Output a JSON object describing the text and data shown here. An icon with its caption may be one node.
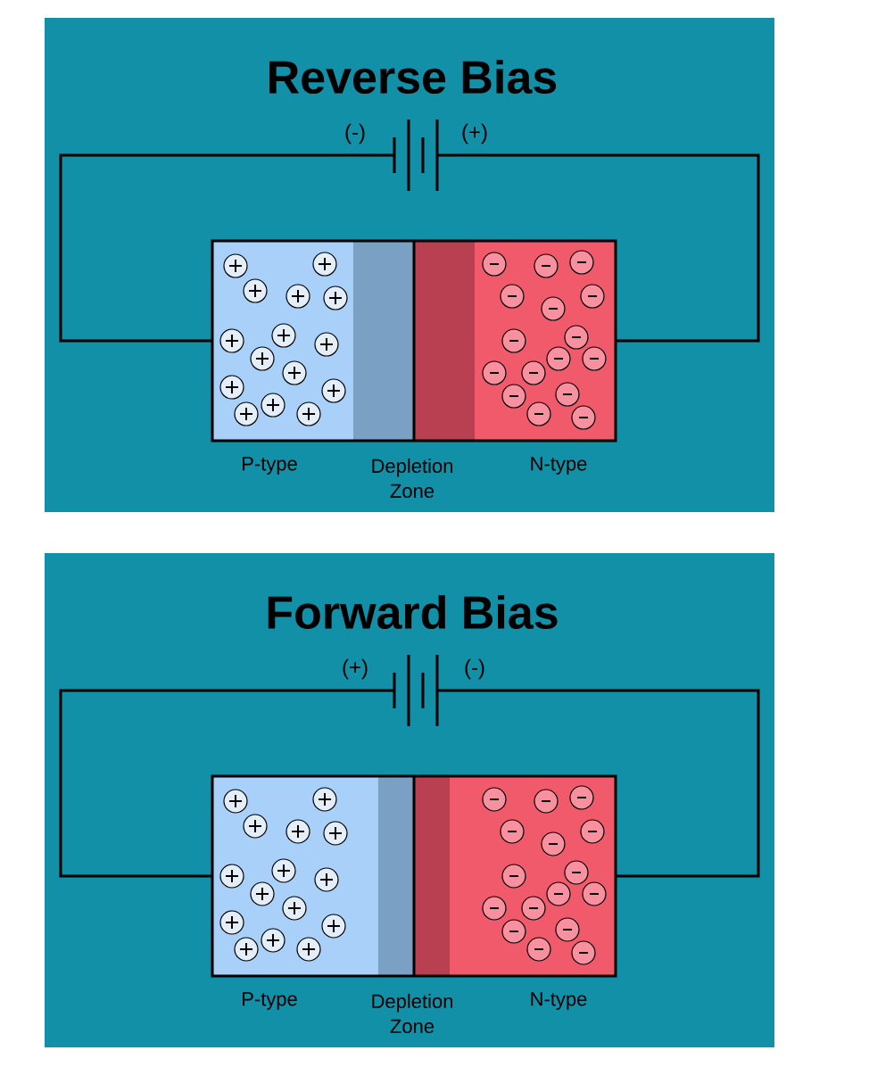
{
  "diagram": {
    "nodes": [
      {
        "text": [
          "Reverse Bias"
        ]
      },
      {
        "text": [],
        "shape": "battery",
        "in": 0,
        "beside": [
          "(-)",
          "(+)"
        ]
      },
      {
        "text": [],
        "shape": "box",
        "in": 0,
        "beside": [
          "P-type"
        ]
      },
      {
        "text": [],
        "shape": "box",
        "in": 0,
        "beside": [
          "Depletion Zone"
        ]
      },
      {
        "text": [],
        "shape": "box",
        "in": 0,
        "beside": [
          "N-type"
        ]
      },
      {
        "text": [
          "Forward Bias"
        ]
      },
      {
        "text": [],
        "shape": "battery",
        "in": 5,
        "beside": [
          "(+)",
          "(-)"
        ]
      },
      {
        "text": [],
        "shape": "box",
        "in": 5,
        "beside": [
          "P-type"
        ]
      },
      {
        "text": [],
        "shape": "box",
        "in": 5,
        "beside": [
          "Depletion Zone"
        ]
      },
      {
        "text": [],
        "shape": "box",
        "in": 5,
        "beside": [
          "N-type"
        ]
      }
    ],
    "edges": [
      {
        "from": 1,
        "to": 2,
        "arrow": "none"
      },
      {
        "from": 1,
        "to": 4,
        "arrow": "none"
      },
      {
        "from": 6,
        "to": 7,
        "arrow": "none"
      },
      {
        "from": 6,
        "to": 9,
        "arrow": "none"
      }
    ]
  }
}
